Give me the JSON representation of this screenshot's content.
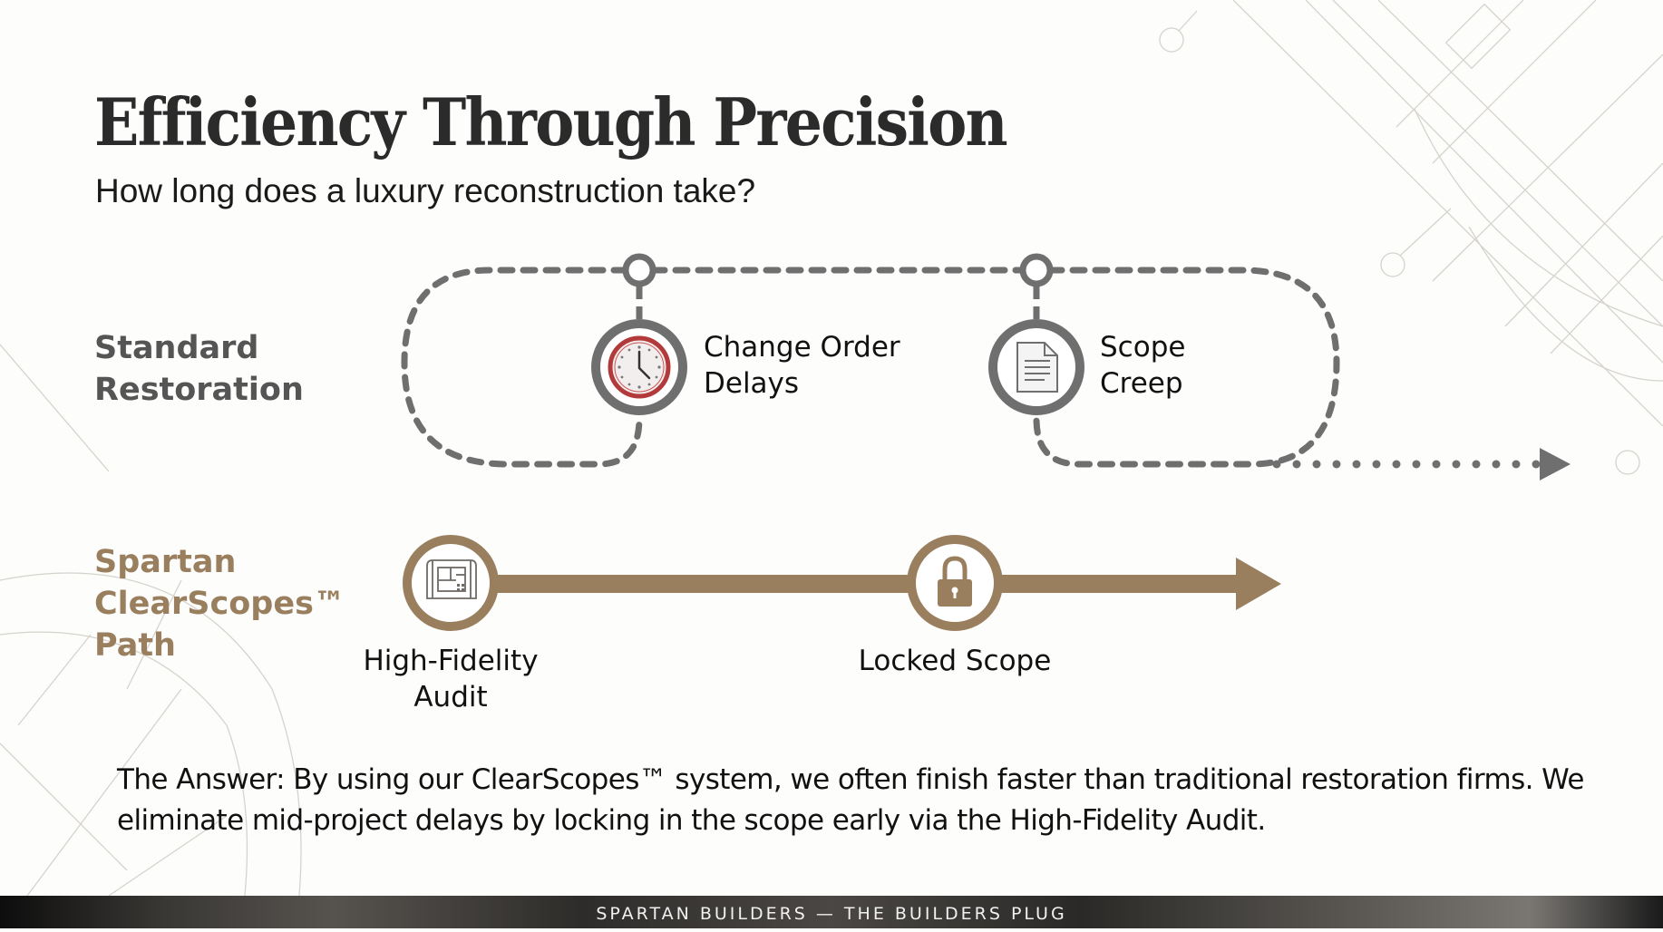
{
  "slide": {
    "title": "Efficiency Through Precision",
    "subtitle": "How long does a luxury reconstruction take?"
  },
  "rows": {
    "standard": {
      "label_line1": "Standard",
      "label_line2": "Restoration",
      "color": "#555555",
      "line_color": "#6f6f6f",
      "nodes": [
        {
          "icon": "clock-icon",
          "label_line1": "Change Order",
          "label_line2": "Delays",
          "accent": "#b33a3a"
        },
        {
          "icon": "document-icon",
          "label_line1": "Scope",
          "label_line2": "Creep"
        }
      ]
    },
    "spartan": {
      "label_line1": "Spartan",
      "label_line2": "ClearScopes™",
      "label_line3": "Path",
      "color": "#9a7f5f",
      "nodes": [
        {
          "icon": "blueprint-icon",
          "label_line1": "High-Fidelity",
          "label_line2": "Audit"
        },
        {
          "icon": "lock-icon",
          "label_line1": "Locked Scope"
        }
      ]
    }
  },
  "answer": "The Answer: By using our ClearScopes™ system, we often finish faster than traditional restoration firms. We eliminate mid-project delays by locking in the scope early via the High-Fidelity Audit.",
  "footer": {
    "text": "SPARTAN BUILDERS — THE BUILDERS PLUG"
  }
}
